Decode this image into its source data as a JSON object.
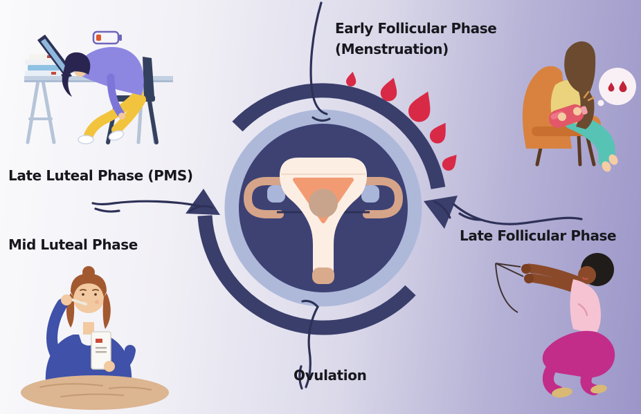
{
  "diagram": {
    "subject": "menstrual cycle phases",
    "phases": {
      "top_line1": "Early Follicular Phase",
      "top_line2": "(Menstruation)",
      "right": "Late Follicular Phase",
      "bottom": "Ovulation",
      "left_upper": "Late Luteal Phase (PMS)",
      "left_lower": "Mid Luteal Phase"
    },
    "center_icon": "uterus-icon",
    "blood_drop_count": 5,
    "arrows": [
      "arrow-up-icon",
      "arrow-down-icon"
    ]
  },
  "illustrations": {
    "top_left": "person-exhausted-at-desk-with-low-battery-icon",
    "top_right": "person-in-armchair-with-hot-water-bottle-and-blood-drop-speech-bubble",
    "bottom_left": "person-checking-thermometer-at-table",
    "bottom_right": "person-squatting-with-resistance-band"
  },
  "colors": {
    "background_left": "#fafafc",
    "background_right": "#9b96c8",
    "cycle_navy": "#3a3e6b",
    "inner_circle_navy": "#3d4273",
    "ring_periwinkle": "#aeb9da",
    "blood_red": "#d82a46",
    "label_text": "#18171d"
  }
}
